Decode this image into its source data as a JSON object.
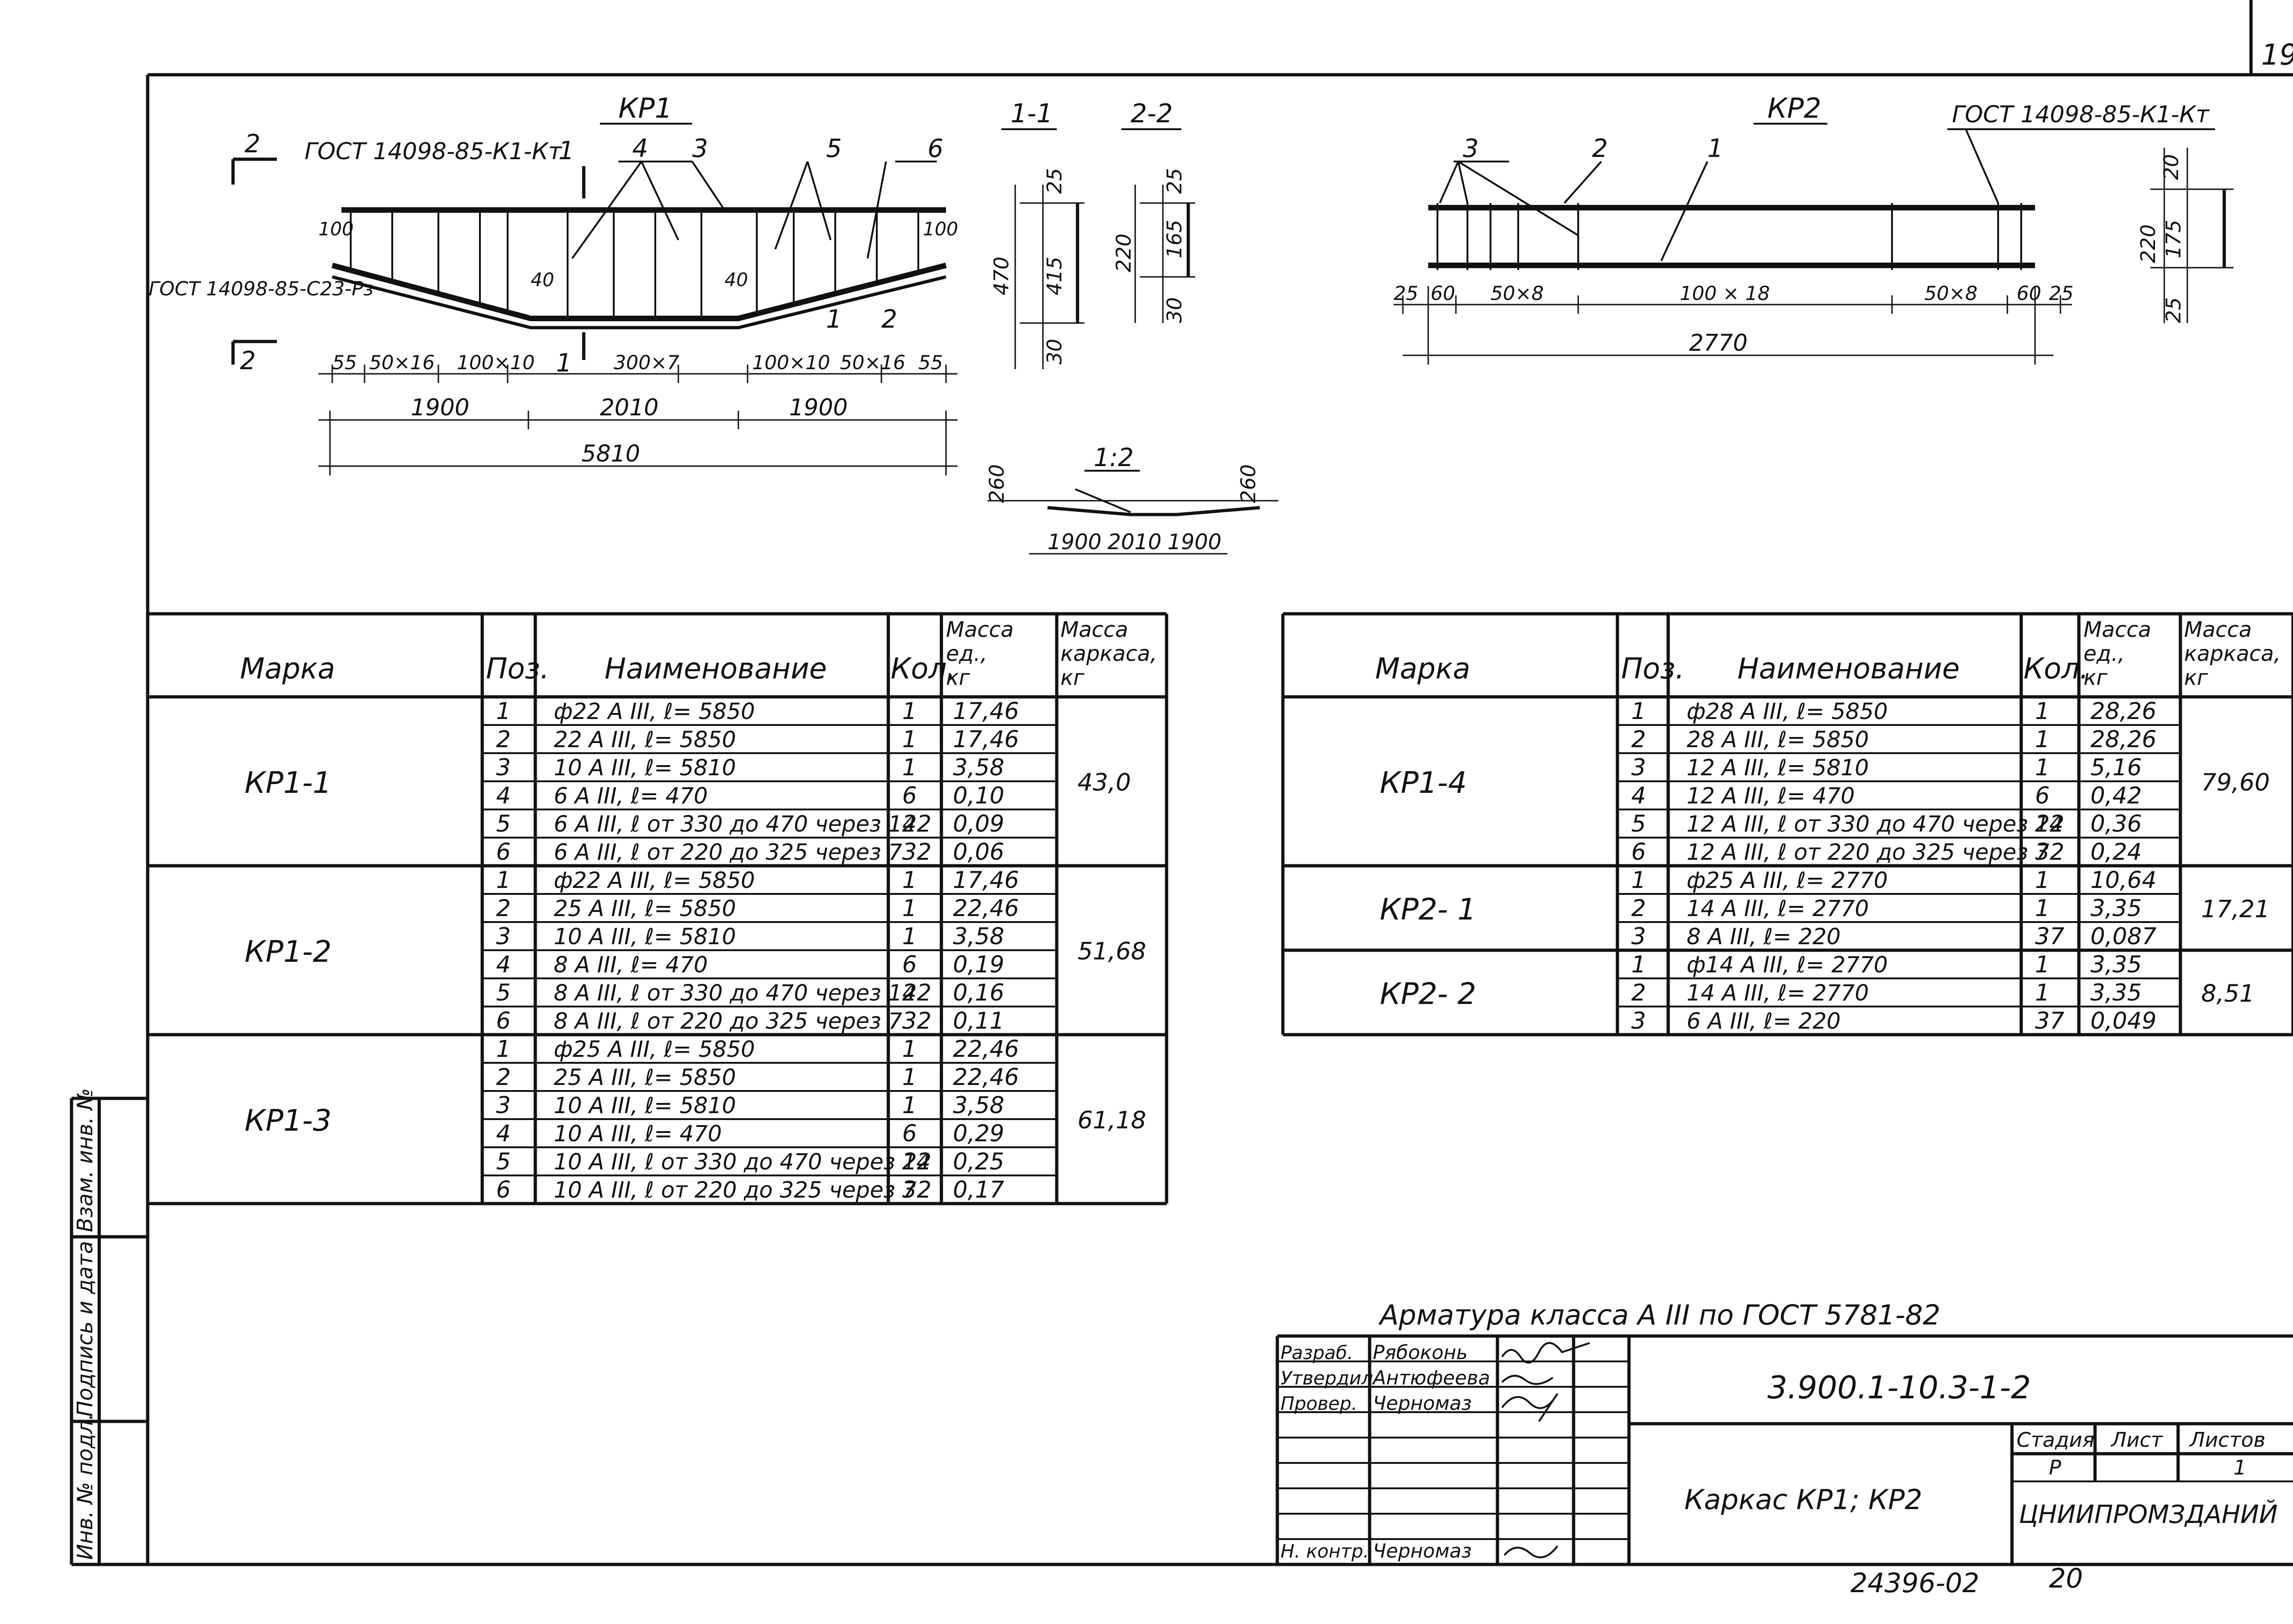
{
  "sheet_number": "19",
  "kp1": {
    "title": "КР1",
    "sections": [
      "1-1",
      "2-2"
    ],
    "gost_top": "ГОСТ 14098-85-К1-Кт",
    "gost_left": "ГОСТ 14098-85-С23-Рз",
    "section_marks": [
      "2",
      "1",
      "2",
      "1"
    ],
    "callouts": [
      "4",
      "3",
      "5",
      "6",
      "1",
      "2"
    ],
    "dims_small": [
      "100",
      "40",
      "40",
      "100"
    ],
    "spacing": [
      "55",
      "50×16",
      "100×10",
      "300×7",
      "100×10",
      "50×16",
      "55"
    ],
    "lengths": [
      "1900",
      "2010",
      "1900"
    ],
    "total": "5810",
    "sec11": [
      "25",
      "415",
      "470",
      "30"
    ],
    "sec22": [
      "25",
      "165",
      "220",
      "30"
    ],
    "slope": "1:2",
    "slope_dims": [
      "1900",
      "2010",
      "1900",
      "260",
      "260"
    ]
  },
  "kp2": {
    "title": "КР2",
    "gost": "ГОСТ 14098-85-К1-Кт",
    "callouts": [
      "3",
      "2",
      "1"
    ],
    "spacing": [
      "25",
      "60",
      "50×8",
      "100 × 18",
      "50×8",
      "60",
      "25"
    ],
    "total": "2770",
    "sec": [
      "20",
      "175",
      "220",
      "25"
    ]
  },
  "table_headers": [
    "Марка",
    "Поз.",
    "Наименование",
    "Кол.",
    "Масса ед., кг",
    "Масса каркаса, кг"
  ],
  "table_left": [
    {
      "mark": "КР1-1",
      "total": "43,0",
      "rows": [
        {
          "pos": "1",
          "name": "ф22 А III,   ℓ= 5850",
          "qty": "1",
          "mass": "17,46"
        },
        {
          "pos": "2",
          "name": "22 А III,   ℓ= 5850",
          "qty": "1",
          "mass": "17,46"
        },
        {
          "pos": "3",
          "name": "10 А III,   ℓ= 5810",
          "qty": "1",
          "mass": "3,58"
        },
        {
          "pos": "4",
          "name": "6 А III,   ℓ= 470",
          "qty": "6",
          "mass": "0,10"
        },
        {
          "pos": "5",
          "name": "6 А III, ℓ от 330 до 470 через 14",
          "qty": "22",
          "mass": "0,09"
        },
        {
          "pos": "6",
          "name": "6 А III, ℓ от 220 до 325 через 7",
          "qty": "32",
          "mass": "0,06"
        }
      ]
    },
    {
      "mark": "КР1-2",
      "total": "51,68",
      "rows": [
        {
          "pos": "1",
          "name": "ф22 А III,   ℓ= 5850",
          "qty": "1",
          "mass": "17,46"
        },
        {
          "pos": "2",
          "name": "25 А III,   ℓ= 5850",
          "qty": "1",
          "mass": "22,46"
        },
        {
          "pos": "3",
          "name": "10 А III,   ℓ= 5810",
          "qty": "1",
          "mass": "3,58"
        },
        {
          "pos": "4",
          "name": "8 А III,   ℓ= 470",
          "qty": "6",
          "mass": "0,19"
        },
        {
          "pos": "5",
          "name": "8 А III, ℓ от 330 до 470 через 14",
          "qty": "22",
          "mass": "0,16"
        },
        {
          "pos": "6",
          "name": "8 А III, ℓ от 220 до 325 через 7",
          "qty": "32",
          "mass": "0,11"
        }
      ]
    },
    {
      "mark": "КР1-3",
      "total": "61,18",
      "rows": [
        {
          "pos": "1",
          "name": "ф25 А III,   ℓ= 5850",
          "qty": "1",
          "mass": "22,46"
        },
        {
          "pos": "2",
          "name": "25 А III,   ℓ= 5850",
          "qty": "1",
          "mass": "22,46"
        },
        {
          "pos": "3",
          "name": "10 А III,   ℓ= 5810",
          "qty": "1",
          "mass": "3,58"
        },
        {
          "pos": "4",
          "name": "10 А III,   ℓ= 470",
          "qty": "6",
          "mass": "0,29"
        },
        {
          "pos": "5",
          "name": "10 А III, ℓ от 330 до 470 через 14",
          "qty": "22",
          "mass": "0,25"
        },
        {
          "pos": "6",
          "name": "10 А III, ℓ от 220 до 325 через 7",
          "qty": "32",
          "mass": "0,17"
        }
      ]
    }
  ],
  "table_right": [
    {
      "mark": "КР1-4",
      "total": "79,60",
      "rows": [
        {
          "pos": "1",
          "name": "ф28 А III,   ℓ= 5850",
          "qty": "1",
          "mass": "28,26"
        },
        {
          "pos": "2",
          "name": "28 А III,   ℓ= 5850",
          "qty": "1",
          "mass": "28,26"
        },
        {
          "pos": "3",
          "name": "12 А III,   ℓ= 5810",
          "qty": "1",
          "mass": "5,16"
        },
        {
          "pos": "4",
          "name": "12 А III,   ℓ= 470",
          "qty": "6",
          "mass": "0,42"
        },
        {
          "pos": "5",
          "name": "12 А III, ℓ от 330 до 470 через 14",
          "qty": "22",
          "mass": "0,36"
        },
        {
          "pos": "6",
          "name": "12 А III, ℓ от 220 до 325 через 7",
          "qty": "32",
          "mass": "0,24"
        }
      ]
    },
    {
      "mark": "КР2- 1",
      "total": "17,21",
      "rows": [
        {
          "pos": "1",
          "name": "ф25 А III,   ℓ= 2770",
          "qty": "1",
          "mass": "10,64"
        },
        {
          "pos": "2",
          "name": "14 А III,   ℓ= 2770",
          "qty": "1",
          "mass": "3,35"
        },
        {
          "pos": "3",
          "name": "8 А III,   ℓ= 220",
          "qty": "37",
          "mass": "0,087"
        }
      ]
    },
    {
      "mark": "КР2- 2",
      "total": "8,51",
      "rows": [
        {
          "pos": "1",
          "name": "ф14 А III,   ℓ= 2770",
          "qty": "1",
          "mass": "3,35"
        },
        {
          "pos": "2",
          "name": "14 А III,   ℓ= 2770",
          "qty": "1",
          "mass": "3,35"
        },
        {
          "pos": "3",
          "name": "6 А III,   ℓ= 220",
          "qty": "37",
          "mass": "0,049"
        }
      ]
    }
  ],
  "note": "Арматура класса А III по ГОСТ 5781-82",
  "stamp": {
    "roles": [
      "Разраб.",
      "Утвердил",
      "Провер.",
      "Н. контр."
    ],
    "names": [
      "Рябоконь",
      "Антюфеева",
      "Черномаз",
      "Черномаз"
    ],
    "code": "3.900.1-10.3-1-2",
    "title": "Каркас КР1; КР2",
    "col_headers": [
      "Стадия",
      "Лист",
      "Листов"
    ],
    "col_values": [
      "Р",
      "",
      "1"
    ],
    "org": "ЦНИИПРОМЗДАНИЙ",
    "bottom": "24396-02",
    "bottom_page": "20"
  },
  "side_labels": [
    "Инв. № подл.",
    "Подпись и дата",
    "Взам. инв. №"
  ]
}
